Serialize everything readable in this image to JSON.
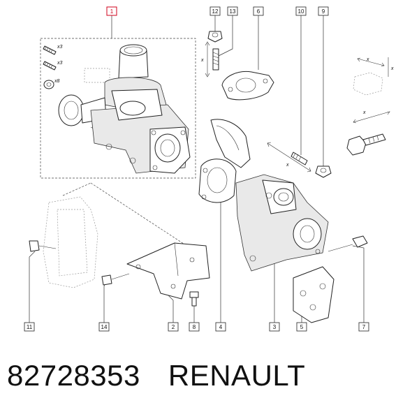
{
  "callouts": {
    "c1": "1",
    "c12": "12",
    "c13": "13",
    "c6": "6",
    "c10": "10",
    "c9": "9",
    "c11": "11",
    "c14": "14",
    "c2": "2",
    "c8": "8",
    "c4": "4",
    "c3": "3",
    "c5": "5",
    "c7": "7"
  },
  "quantity_labels": {
    "q1": "x3",
    "q2": "x3",
    "q3": "x8"
  },
  "dimension_labels": {
    "d1": "x",
    "d2": "x",
    "d3": "x",
    "d4": "x",
    "d5": "x"
  },
  "footer": {
    "part_number": "82728353",
    "brand": "RENAULT"
  },
  "colors": {
    "highlight": "#d0021b",
    "line": "#222222",
    "background": "#ffffff"
  }
}
